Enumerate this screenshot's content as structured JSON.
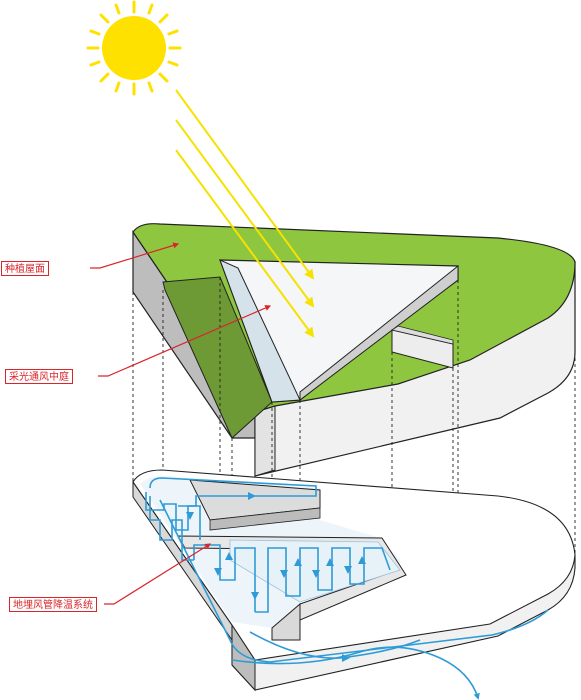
{
  "labels": {
    "green_roof": "种植屋面",
    "light_courtyard": "采光通风中庭",
    "earth_air_system": "地埋风管降温系统"
  },
  "colors": {
    "sun": "#ffe100",
    "sun_rays": "#f5e200",
    "green_roof": "#8ec63f",
    "courtyard_shadow": "#6d9a35",
    "glass": "#d6e2ea",
    "wall_light": "#f1f1f1",
    "wall_shade": "#bdbdbd",
    "airflow": "#2f9bd6",
    "callout": "#d9262b"
  },
  "icons": [
    "sun-icon",
    "sun-ray-arrow-icon",
    "airflow-arrow-icon"
  ]
}
